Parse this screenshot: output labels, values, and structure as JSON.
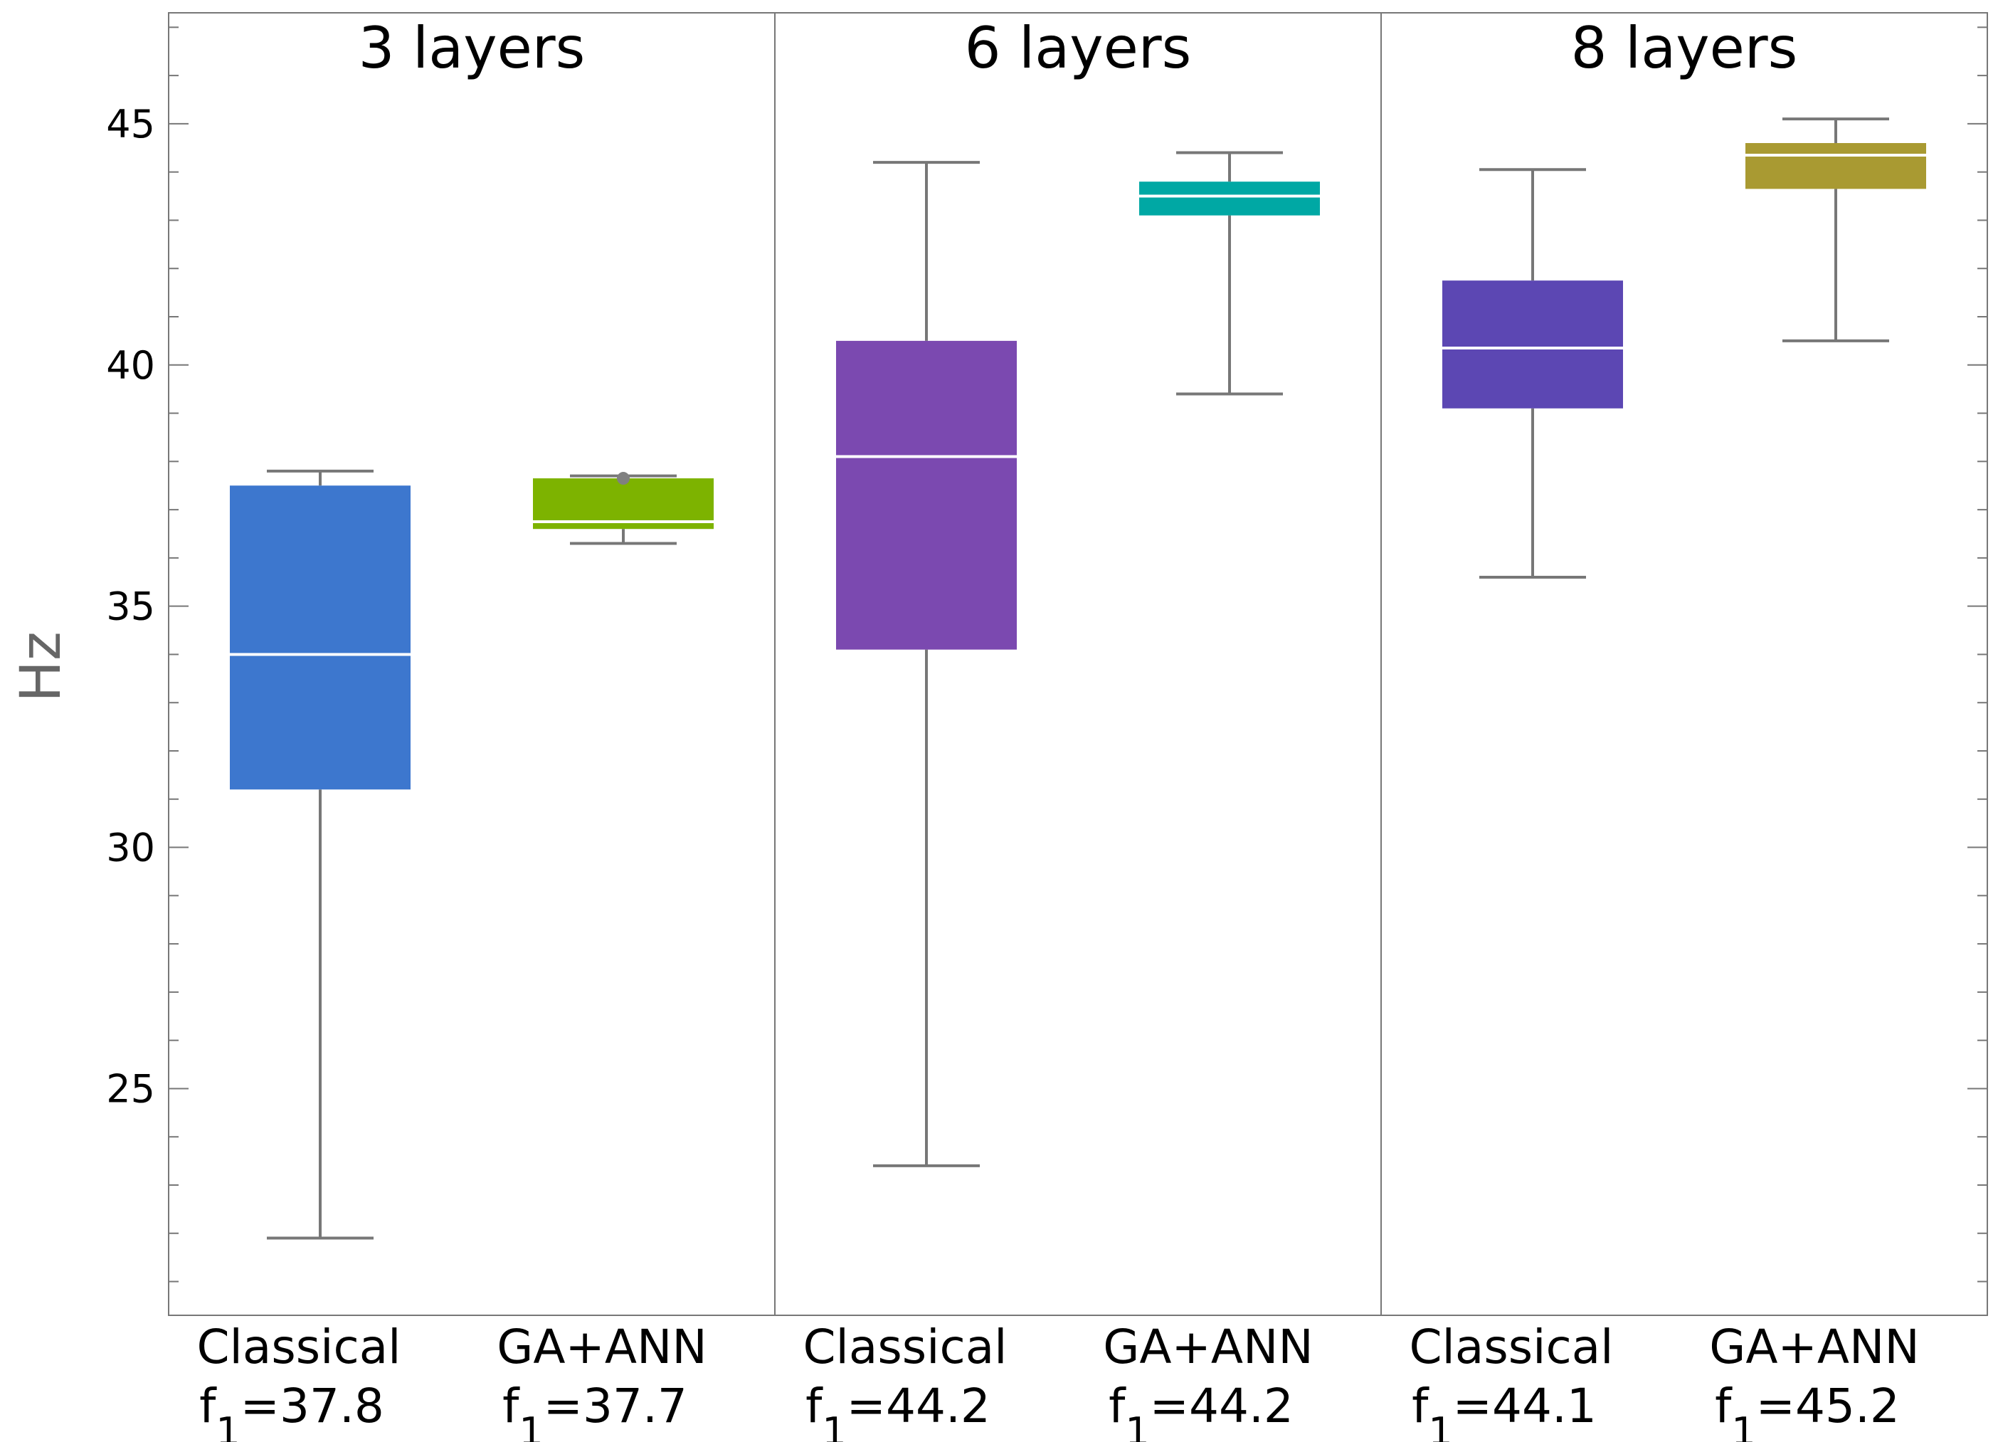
{
  "chart_data": {
    "type": "box",
    "ylabel": "Hz",
    "ylim": [
      20.3,
      47.3
    ],
    "yticks": [
      25,
      30,
      35,
      40,
      45
    ],
    "grid": false,
    "panels": [
      {
        "title": "3 layers",
        "boxes": [
          {
            "name": "Classical",
            "f1_prefix": "f",
            "f1_sub": "1",
            "f1_value": "=37.8",
            "color": "#3d77ce",
            "whisker_low": 21.9,
            "q1": 31.2,
            "median": 34.0,
            "q3": 37.5,
            "whisker_high": 37.8,
            "outliers": []
          },
          {
            "name": "GA+ANN",
            "f1_prefix": "f",
            "f1_sub": "1",
            "f1_value": "=37.7",
            "color": "#7db300",
            "whisker_low": 36.3,
            "q1": 36.6,
            "median": 36.75,
            "q3": 37.65,
            "whisker_high": 37.7,
            "outliers": [
              37.65
            ]
          }
        ]
      },
      {
        "title": "6 layers",
        "boxes": [
          {
            "name": "Classical",
            "f1_prefix": "f",
            "f1_sub": "1",
            "f1_value": "=44.2",
            "color": "#7b49b0",
            "whisker_low": 23.4,
            "q1": 34.1,
            "median": 38.1,
            "q3": 40.5,
            "whisker_high": 44.2,
            "outliers": []
          },
          {
            "name": "GA+ANN",
            "f1_prefix": "f",
            "f1_sub": "1",
            "f1_value": "=44.2",
            "color": "#00a8a4",
            "whisker_low": 39.4,
            "q1": 43.1,
            "median": 43.5,
            "q3": 43.8,
            "whisker_high": 44.4,
            "outliers": []
          }
        ]
      },
      {
        "title": "8 layers",
        "boxes": [
          {
            "name": "Classical",
            "f1_prefix": "f",
            "f1_sub": "1",
            "f1_value": "=44.1",
            "color": "#5c47b3",
            "whisker_low": 35.6,
            "q1": 39.1,
            "median": 40.35,
            "q3": 41.75,
            "whisker_high": 44.05,
            "outliers": []
          },
          {
            "name": "GA+ANN",
            "f1_prefix": "f",
            "f1_sub": "1",
            "f1_value": "=45.2",
            "color": "#a99a32",
            "whisker_low": 40.5,
            "q1": 43.65,
            "median": 44.35,
            "q3": 44.6,
            "whisker_high": 45.1,
            "outliers": []
          }
        ]
      }
    ]
  }
}
